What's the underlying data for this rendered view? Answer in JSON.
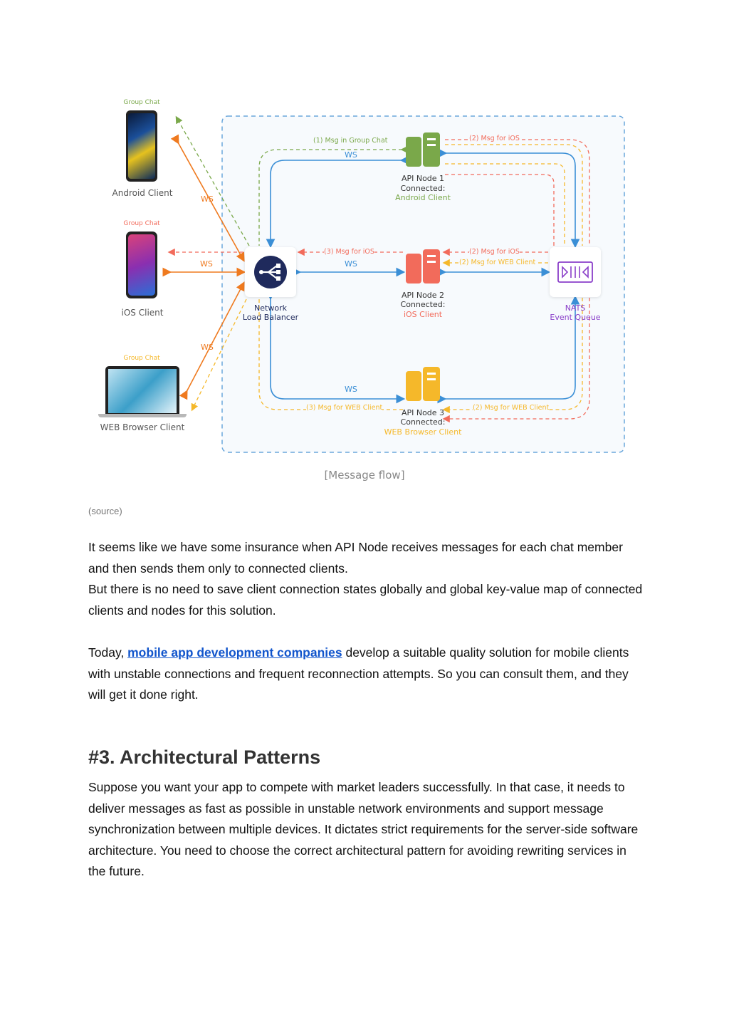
{
  "diagram": {
    "clients": [
      {
        "name": "Android Client",
        "tag": "Group Chat",
        "tag_color": "#7aa84a"
      },
      {
        "name": "iOS Client",
        "tag": "Group Chat",
        "tag_color": "#f26b5b"
      },
      {
        "name": "WEB Browser Client",
        "tag": "Group Chat",
        "tag_color": "#f5b82a"
      }
    ],
    "load_balancer": {
      "line1": "Network",
      "line2": "Load Balancer"
    },
    "nodes": [
      {
        "line1": "API Node 1",
        "line2": "Connected:",
        "line3": "Android Client",
        "color": "#7aa84a"
      },
      {
        "line1": "API Node 2",
        "line2": "Connected:",
        "line3": "iOS Client",
        "color": "#f26b5b"
      },
      {
        "line1": "API Node 3",
        "line2": "Connected:",
        "line3": "WEB Browser Client",
        "color": "#f5b82a"
      }
    ],
    "queue": {
      "line1": "NATS",
      "line2": "Event Queue",
      "color": "#8a3fc9"
    },
    "edge_labels": {
      "ws": "WS",
      "msg_group": "(1) Msg in Group Chat",
      "msg_ios_2": "(2) Msg for iOS",
      "msg_ios_3": "(3) Msg for iOS",
      "msg_web_2": "(2) Msg for WEB Client",
      "msg_web_3": "(3) Msg for WEB Client"
    },
    "caption": "[Message flow]",
    "colors": {
      "blue": "#3b8fd6",
      "orange": "#ef7a1f",
      "green": "#7aa84a",
      "red": "#f26b5b",
      "yellow": "#f5b82a",
      "purple": "#8a3fc9"
    }
  },
  "source_label": "(source)",
  "paragraphs": {
    "p1_line1": "It seems like we have some insurance when API Node receives messages for each chat member and then sends them only to connected clients.",
    "p1_line2": "But there is no need to save client connection states globally and global key-value map of connected clients and nodes for this solution.",
    "p2_before": "Today, ",
    "p2_link": "mobile app development companies",
    "p2_after": " develop a suitable quality solution for mobile clients with unstable connections and frequent reconnection attempts. So you can consult them, and they will get it done right.",
    "p3": "Suppose you want your app to compete with market leaders successfully. In that case, it needs to deliver messages as fast as possible in unstable network environments and support message synchronization between multiple devices. It dictates strict requirements for the server-side software architecture. You need to choose the correct architectural pattern for avoiding rewriting services in the future."
  },
  "heading": "#3. Architectural Patterns"
}
